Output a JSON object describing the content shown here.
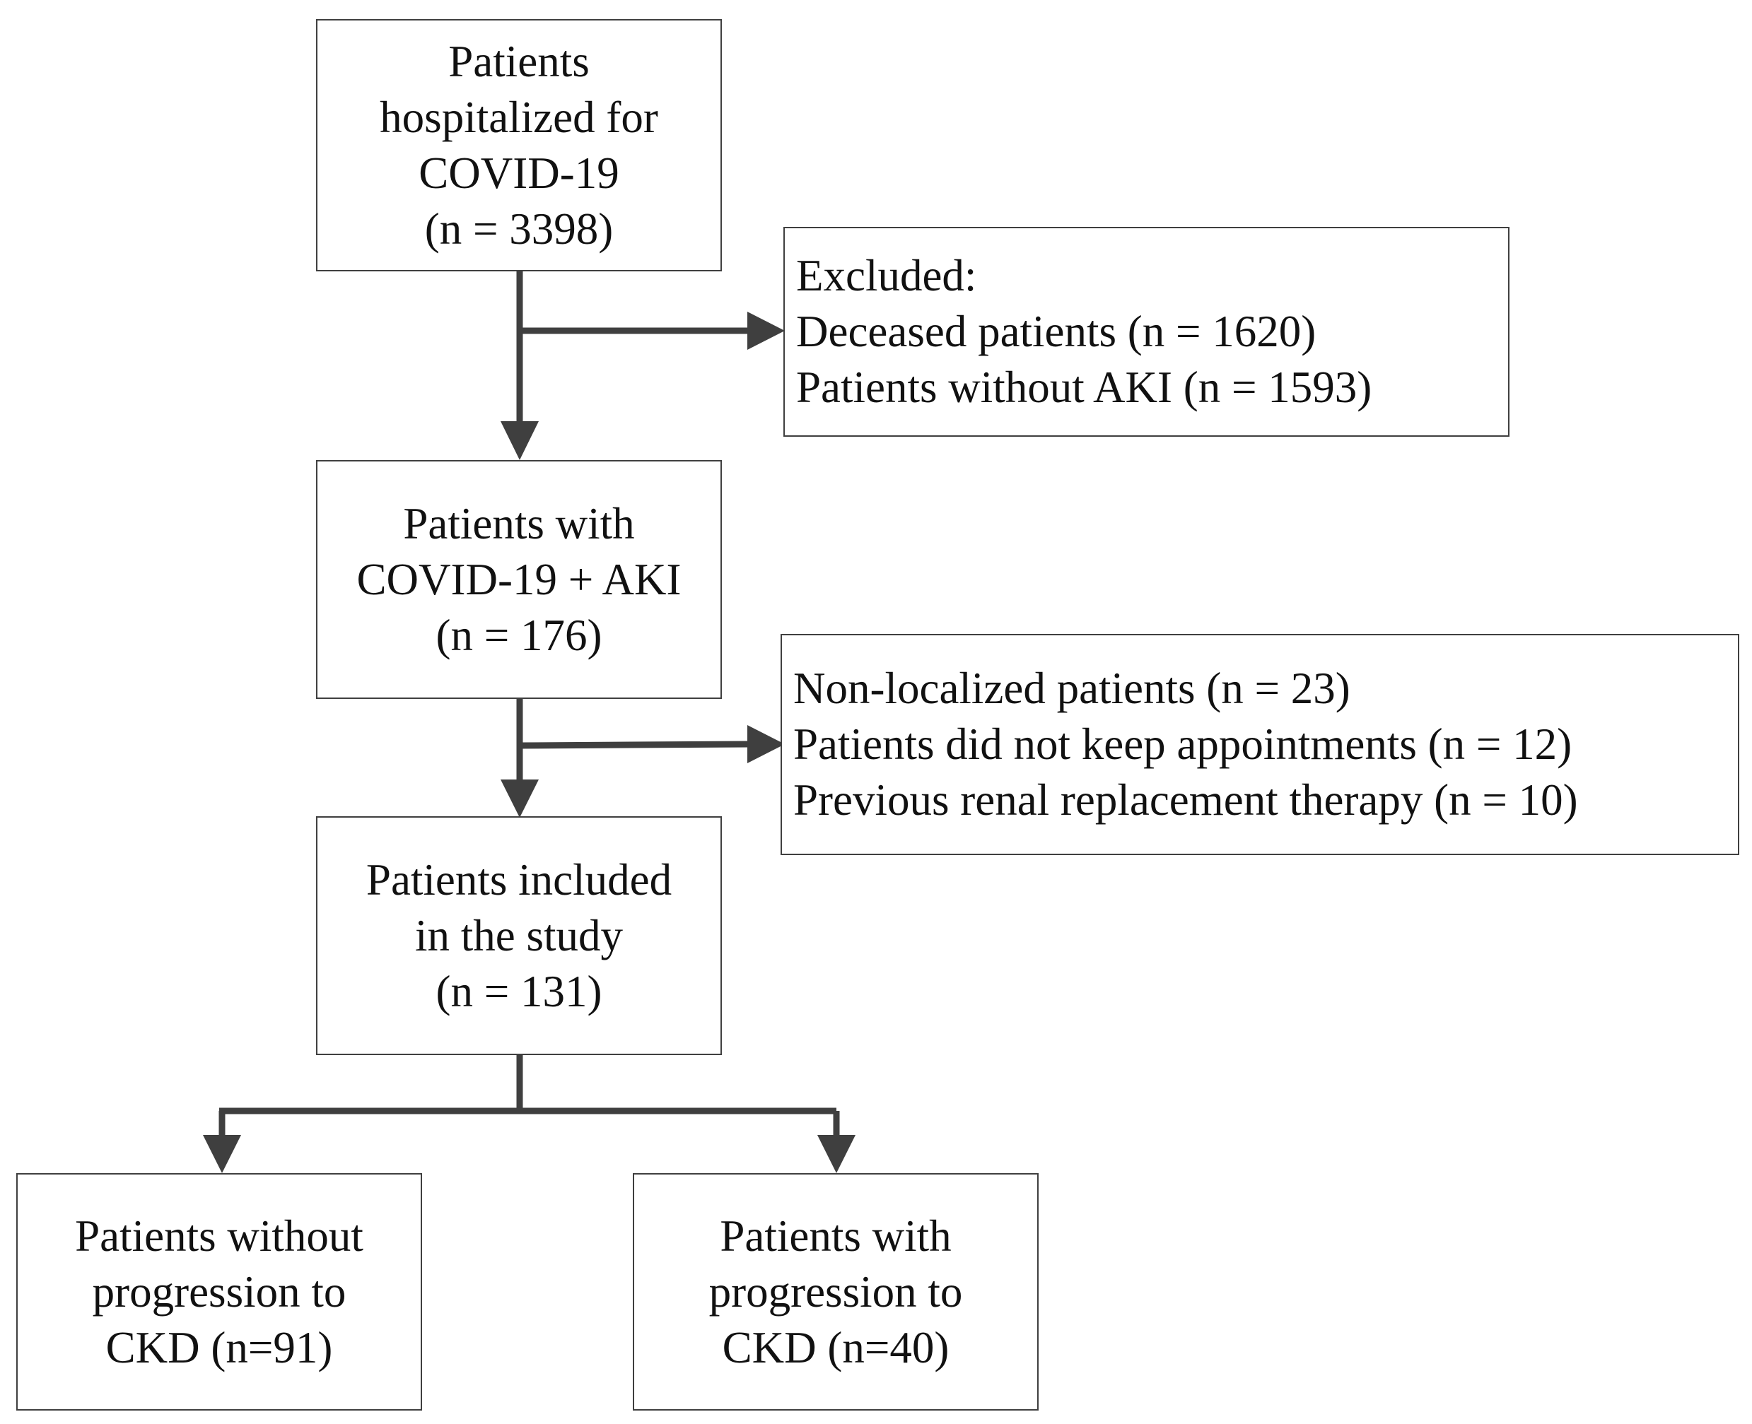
{
  "flowchart": {
    "box_hospitalized": {
      "lines": [
        "Patients",
        "hospitalized for",
        "COVID-19",
        "(n = 3398)"
      ]
    },
    "box_excluded_1": {
      "lines": [
        "Excluded:",
        "Deceased patients (n = 1620)",
        "Patients without AKI (n = 1593)"
      ]
    },
    "box_covid_aki": {
      "lines": [
        "Patients with",
        "COVID-19 + AKI",
        "(n = 176)"
      ]
    },
    "box_excluded_2": {
      "lines": [
        "Non-localized patients (n = 23)",
        "Patients did not keep appointments (n = 12)",
        "Previous renal replacement therapy (n = 10)"
      ]
    },
    "box_included": {
      "lines": [
        "Patients included",
        "in the study",
        "(n = 131)"
      ]
    },
    "box_without_progression": {
      "lines": [
        "Patients without",
        "progression to",
        "CKD (n=91)"
      ]
    },
    "box_with_progression": {
      "lines": [
        "Patients with",
        "progression to",
        "CKD (n=40)"
      ]
    }
  },
  "colors": {
    "arrow": "#3f3f3f",
    "border": "#3f3f3f",
    "text": "#111111"
  }
}
